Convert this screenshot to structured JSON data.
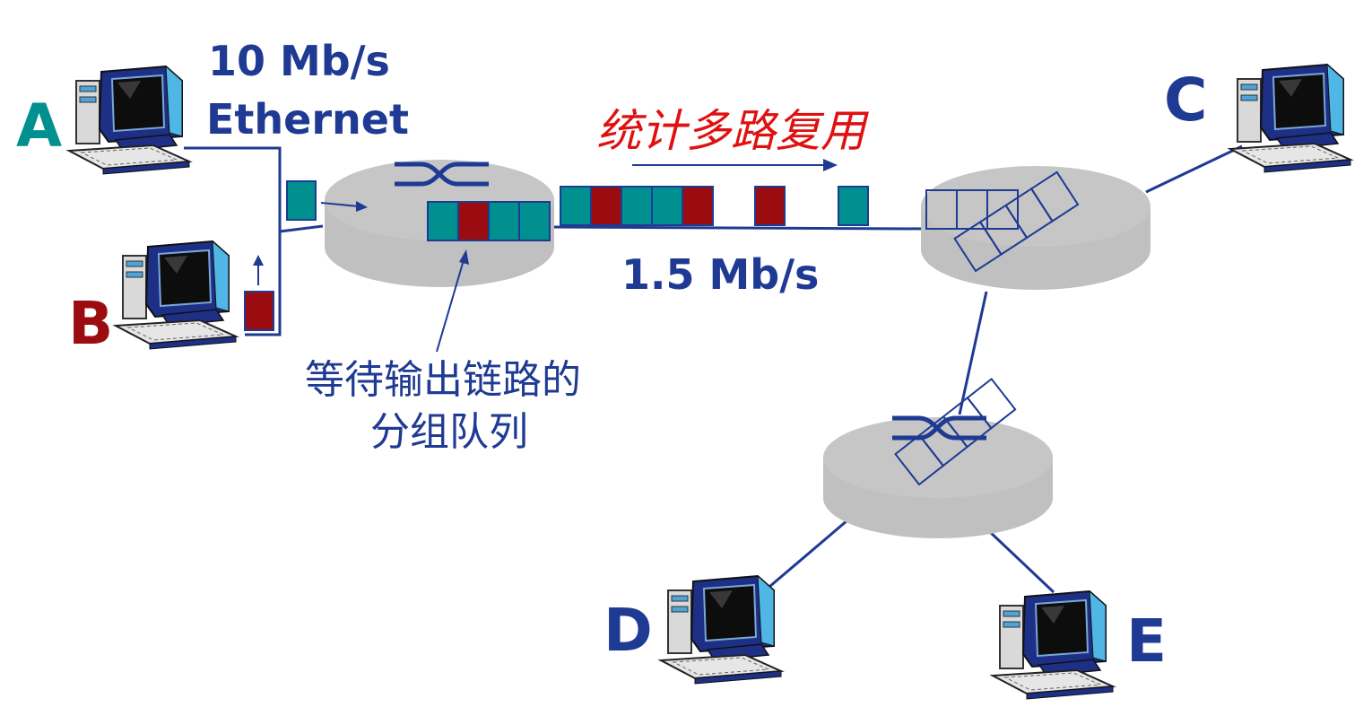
{
  "hosts": {
    "a": "A",
    "b": "B",
    "c": "C",
    "d": "D",
    "e": "E"
  },
  "labels": {
    "ethernet_speed": "10 Mb/s",
    "ethernet_name": "Ethernet",
    "mux": "统计多路复用",
    "link_speed": "1.5 Mb/s",
    "queue_line1": "等待输出链路的",
    "queue_line2": "分组队列"
  },
  "colors": {
    "line": "#1f3a93",
    "teal": "#009090",
    "maroon": "#9b0c10",
    "router": "#c0c0c0",
    "host_a": "#009090",
    "host_b": "#9b0c10",
    "mux_text": "#e01010"
  }
}
